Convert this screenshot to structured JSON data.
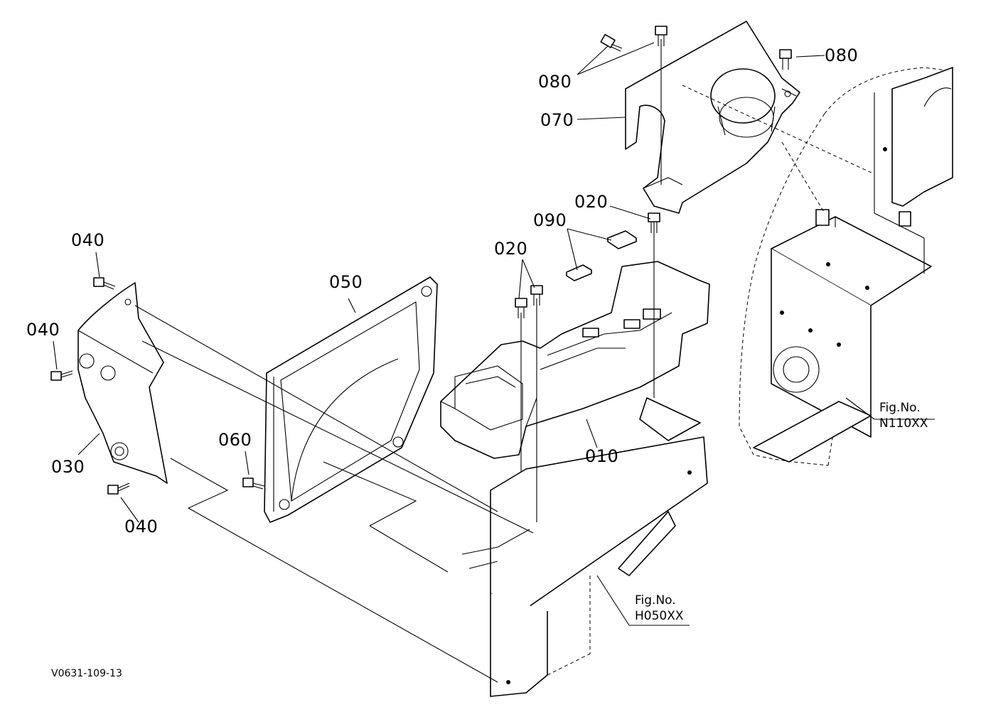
{
  "callouts": {
    "c080_left": "080",
    "c080_right": "080",
    "c070": "070",
    "c020_top": "020",
    "c090": "090",
    "c020_mid": "020",
    "c050": "050",
    "c040_top": "040",
    "c040_mid": "040",
    "c040_bottom": "040",
    "c030": "030",
    "c060": "060",
    "c010": "010"
  },
  "fig_refs": {
    "right": {
      "line1": "Fig.No.",
      "line2": "N110XX"
    },
    "bottom": {
      "line1": "Fig.No.",
      "line2": "H050XX"
    }
  },
  "drawing_id": "V0631-109-13",
  "parts": [
    {
      "callout": "010",
      "icon": "console-housing"
    },
    {
      "callout": "020",
      "icon": "bolt-icon"
    },
    {
      "callout": "030",
      "icon": "side-cover"
    },
    {
      "callout": "040",
      "icon": "bolt-icon"
    },
    {
      "callout": "050",
      "icon": "panel-plate"
    },
    {
      "callout": "060",
      "icon": "bolt-icon"
    },
    {
      "callout": "070",
      "icon": "cup-holder-cover"
    },
    {
      "callout": "080",
      "icon": "bolt-icon"
    },
    {
      "callout": "090",
      "icon": "pad-icon"
    }
  ]
}
